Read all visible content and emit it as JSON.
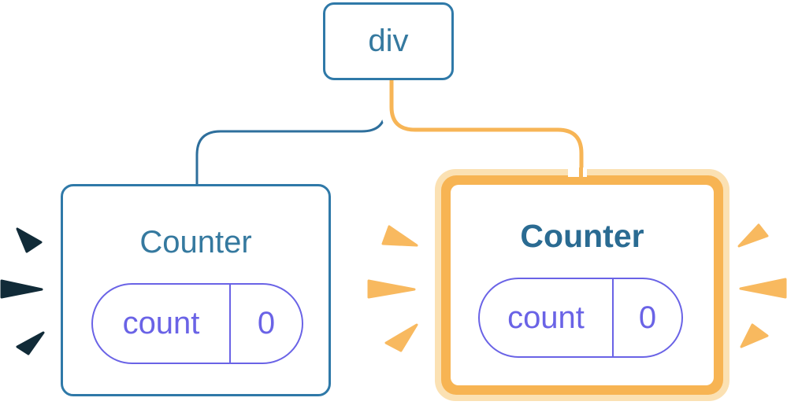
{
  "diagram": {
    "root": {
      "label": "div"
    },
    "left_counter": {
      "title": "Counter",
      "state_name": "count",
      "state_value": "0"
    },
    "right_counter": {
      "title": "Counter",
      "state_name": "count",
      "state_value": "0"
    }
  },
  "colors": {
    "background": "#FFFFFF",
    "node_border_blue": "#2F79A8",
    "node_text_blue": "#35799F",
    "right_title_blue": "#2A6B92",
    "edge_blue": "#2E6F9C",
    "edge_highlight_core_orange": "#F7B556",
    "edge_highlight_casing_white": "#FFFFFF",
    "highlight_border_orange": "#F7B453",
    "highlight_border_light_orange": "#FBE1B3",
    "state_purple": "#6A63E6",
    "spark_orange": "#F8B95F",
    "spark_dark": "#112B38"
  }
}
